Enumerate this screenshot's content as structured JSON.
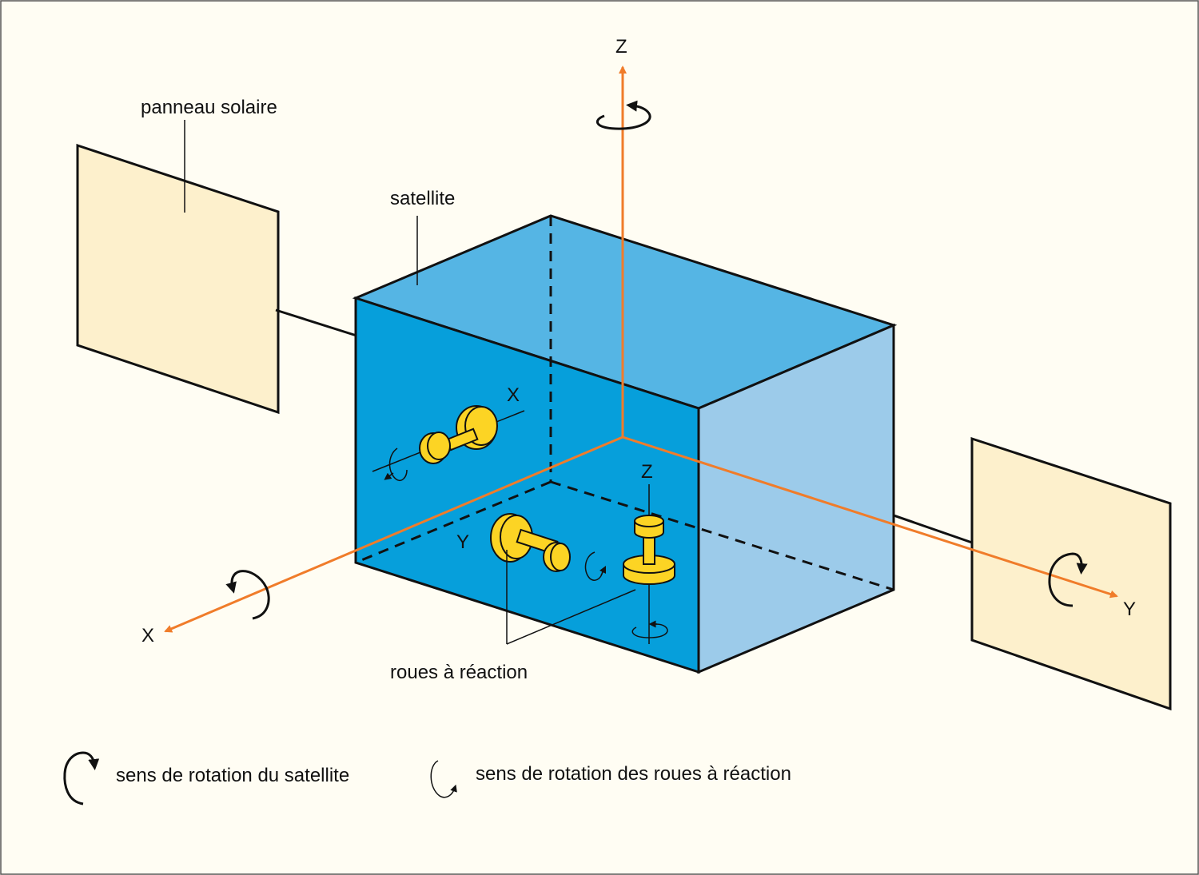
{
  "labels": {
    "solar_panel": "panneau solaire",
    "satellite": "satellite",
    "reaction_wheels": "roues à réaction"
  },
  "axes": {
    "x": "X",
    "y": "Y",
    "z": "Z"
  },
  "wheel_axes": {
    "x": "X",
    "y": "Y",
    "z": "Z"
  },
  "legend": {
    "satellite_rotation": "sens de rotation du satellite",
    "wheel_rotation": "sens de rotation des roues à réaction"
  },
  "colors": {
    "background": "#fffdf3",
    "panel": "#fdf0cc",
    "box_front": "#069fdb",
    "box_top": "#55b5e4",
    "box_side": "#9ccbea",
    "axis": "#f07c2a",
    "wheel": "#fcd424"
  }
}
